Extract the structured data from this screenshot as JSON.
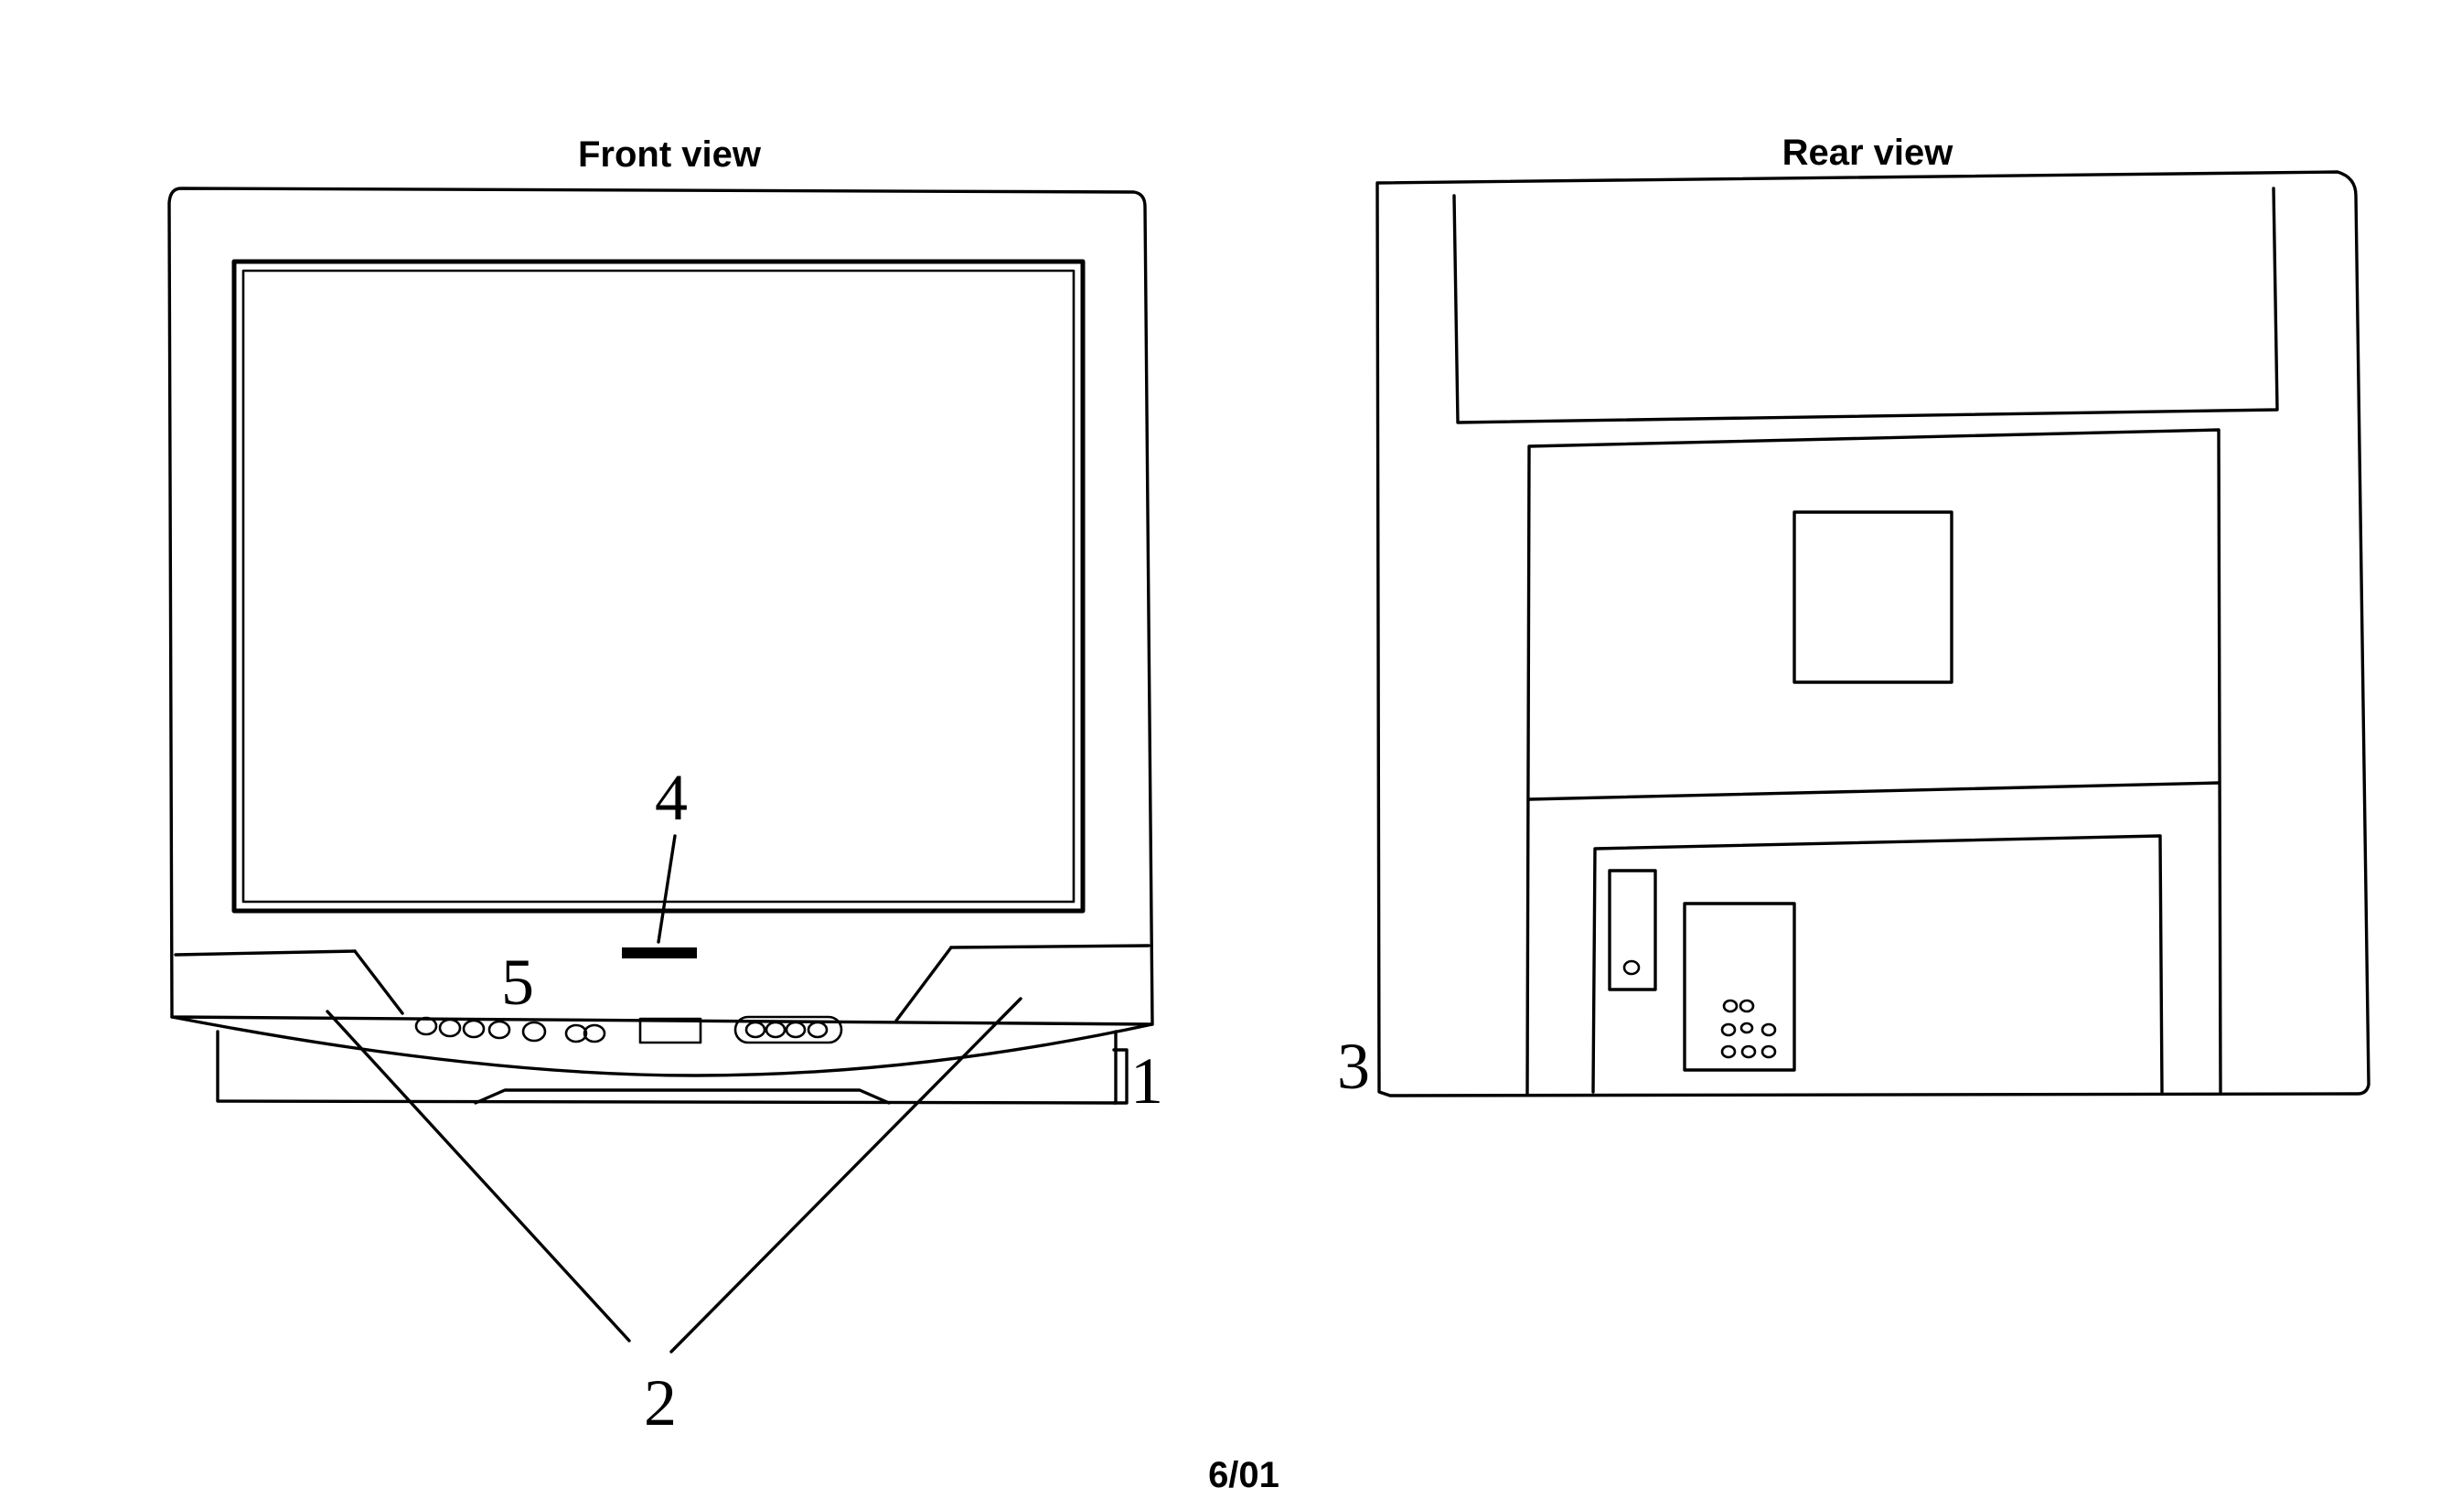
{
  "front": {
    "title": "Front view",
    "labels": {
      "cabinet": "1",
      "speakers": "2",
      "indicator": "4",
      "controls": "5"
    }
  },
  "rear": {
    "title": "Rear view",
    "labels": {
      "back_cover": "3"
    }
  },
  "footer": {
    "date": "6/01"
  }
}
